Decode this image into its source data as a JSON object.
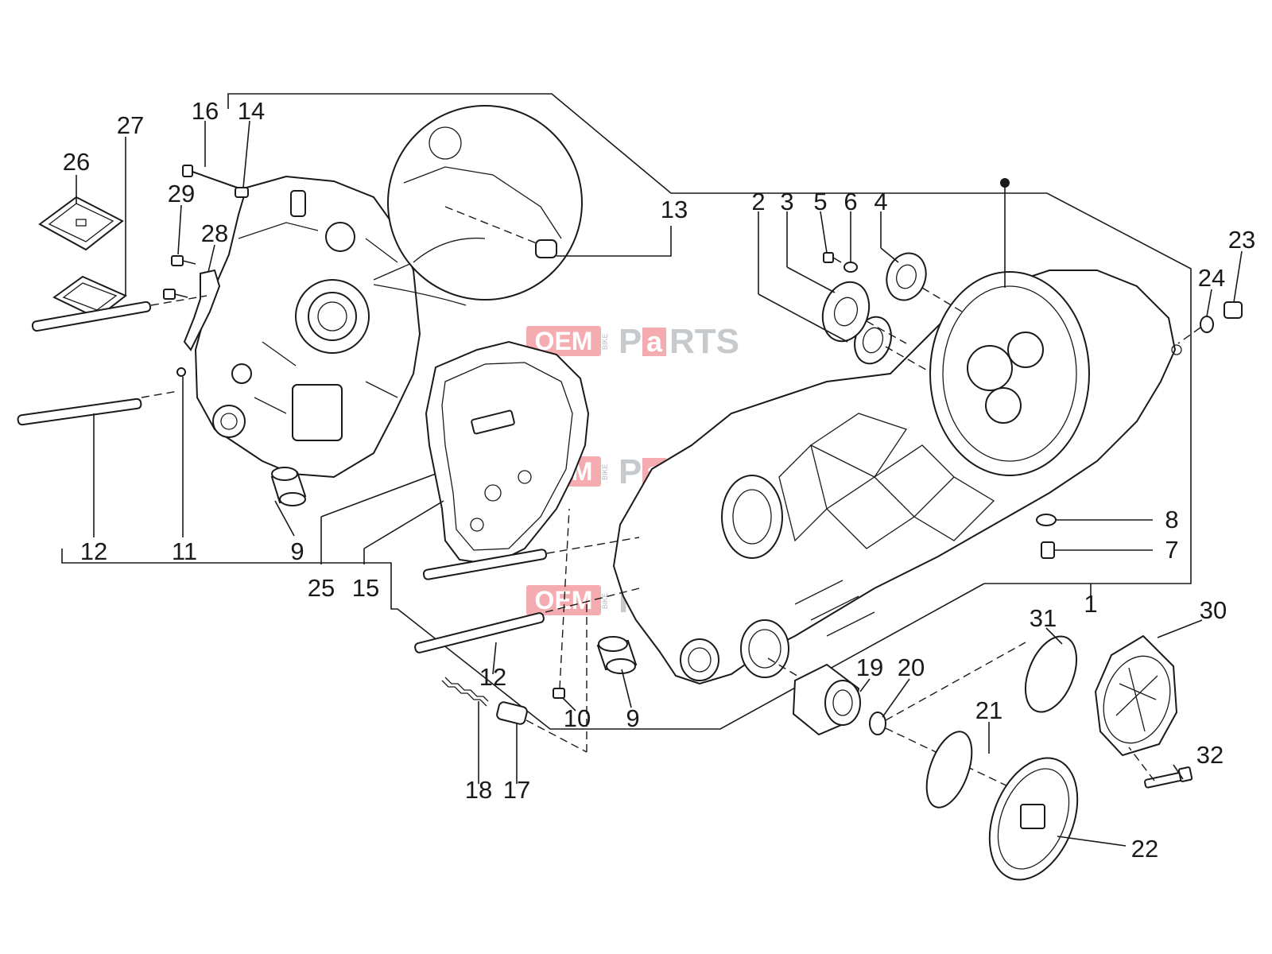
{
  "watermark": {
    "left": "OEM",
    "vertical": "BIKE",
    "right_p": "P",
    "right_a": "a",
    "right_rts": "RTS"
  },
  "colors": {
    "line": "#1a1a1a",
    "background": "#ffffff",
    "watermark_red": "#e8474f",
    "watermark_grey": "#9aa0a6"
  },
  "callouts": {
    "c1": "1",
    "c2": "2",
    "c3": "3",
    "c4": "4",
    "c5": "5",
    "c6": "6",
    "c7": "7",
    "c8": "8",
    "c9a": "9",
    "c9b": "9",
    "c10": "10",
    "c11": "11",
    "c12a": "12",
    "c12b": "12",
    "c13": "13",
    "c14": "14",
    "c15": "15",
    "c16": "16",
    "c17": "17",
    "c18": "18",
    "c19": "19",
    "c20": "20",
    "c21": "21",
    "c22": "22",
    "c23": "23",
    "c24": "24",
    "c25": "25",
    "c26": "26",
    "c27": "27",
    "c28": "28",
    "c29": "29",
    "c30": "30",
    "c31": "31",
    "c32": "32"
  }
}
